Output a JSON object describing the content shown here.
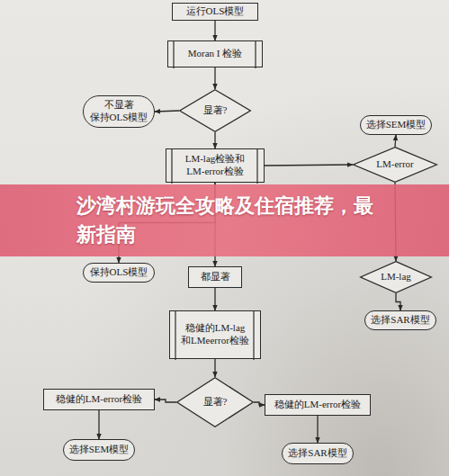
{
  "diagram": {
    "nodes": [
      {
        "text": [
          "运行OLS模型"
        ]
      },
      {
        "text": [
          "Moran I 检验"
        ]
      },
      {
        "text": [
          "显著?"
        ]
      },
      {
        "text": [
          "不显著",
          "保持OLS模型"
        ]
      },
      {
        "text": [
          "LM-lag检验和 LM-error检验"
        ]
      },
      {
        "text": [
          "选择SEM模型"
        ]
      },
      {
        "text": [
          "LM-error"
        ]
      },
      {
        "text": [
          "LM-lag"
        ]
      },
      {
        "text": [
          "选择SAR模型"
        ]
      },
      {
        "text": [
          "保持OLS模型"
        ]
      },
      {
        "text": [
          "都显著"
        ]
      },
      {
        "text": [
          "稳健的LM-lag 和LMeerror检验"
        ]
      },
      {
        "text": [
          "显著?"
        ]
      },
      {
        "text": [
          "稳健的LM-error检验"
        ]
      },
      {
        "text": [
          "稳健的LM-error检验"
        ]
      },
      {
        "text": [
          "选择SEM模型"
        ]
      },
      {
        "text": [
          "选择SAR模型"
        ]
      }
    ],
    "edges": [
      {
        "from": 0,
        "to": 1,
        "arrow": "to"
      },
      {
        "from": 1,
        "to": 2,
        "arrow": "to"
      },
      {
        "from": 2,
        "to": 3,
        "arrow": "to"
      },
      {
        "from": 2,
        "to": 4,
        "arrow": "to"
      },
      {
        "from": 4,
        "to": 6,
        "arrow": "to"
      },
      {
        "from": 6,
        "to": 5,
        "arrow": "to"
      },
      {
        "from": 6,
        "to": 7,
        "arrow": "to"
      },
      {
        "from": 7,
        "to": 8,
        "arrow": "to"
      },
      {
        "from": 4,
        "to": 9,
        "arrow": "to"
      },
      {
        "from": 4,
        "to": 10,
        "arrow": "to"
      },
      {
        "from": 10,
        "to": 11,
        "arrow": "to"
      },
      {
        "from": 11,
        "to": 12,
        "arrow": "to"
      },
      {
        "from": 12,
        "to": 13,
        "arrow": "to"
      },
      {
        "from": 12,
        "to": 14,
        "arrow": "to"
      },
      {
        "from": 13,
        "to": 15,
        "arrow": "to"
      },
      {
        "from": 14,
        "to": 16,
        "arrow": "to"
      }
    ],
    "labels": [
      "沙湾村游玩全攻略及住宿推荐，最新指南"
    ]
  }
}
